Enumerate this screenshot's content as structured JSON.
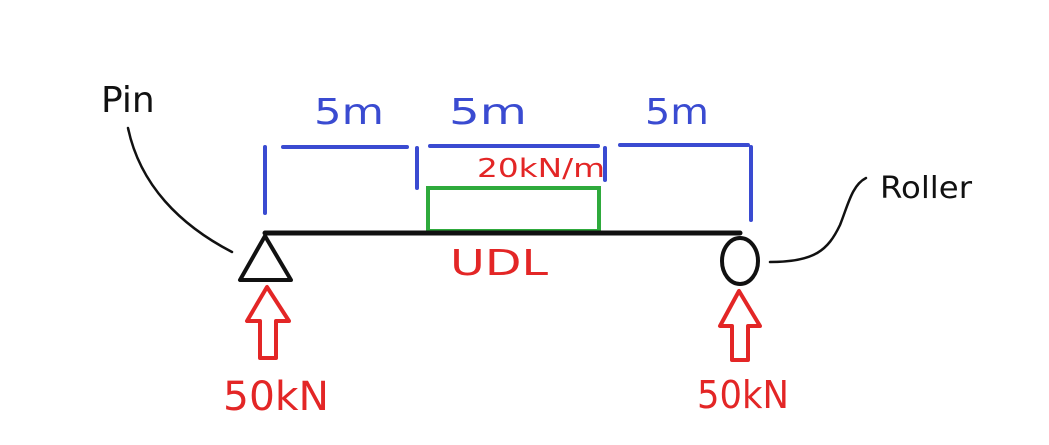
{
  "labels": {
    "pin": "Pin",
    "roller": "Roller",
    "span_1": "5m",
    "span_2": "5m",
    "span_3": "5m",
    "udl_magnitude": "20kN/m",
    "udl_name": "UDL",
    "left_reaction": "50kN",
    "right_reaction": "50kN"
  },
  "colors": {
    "beam": "#111111",
    "dimension": "#3a4bd1",
    "load_box": "#2eaa3c",
    "reaction": "#e32626"
  }
}
